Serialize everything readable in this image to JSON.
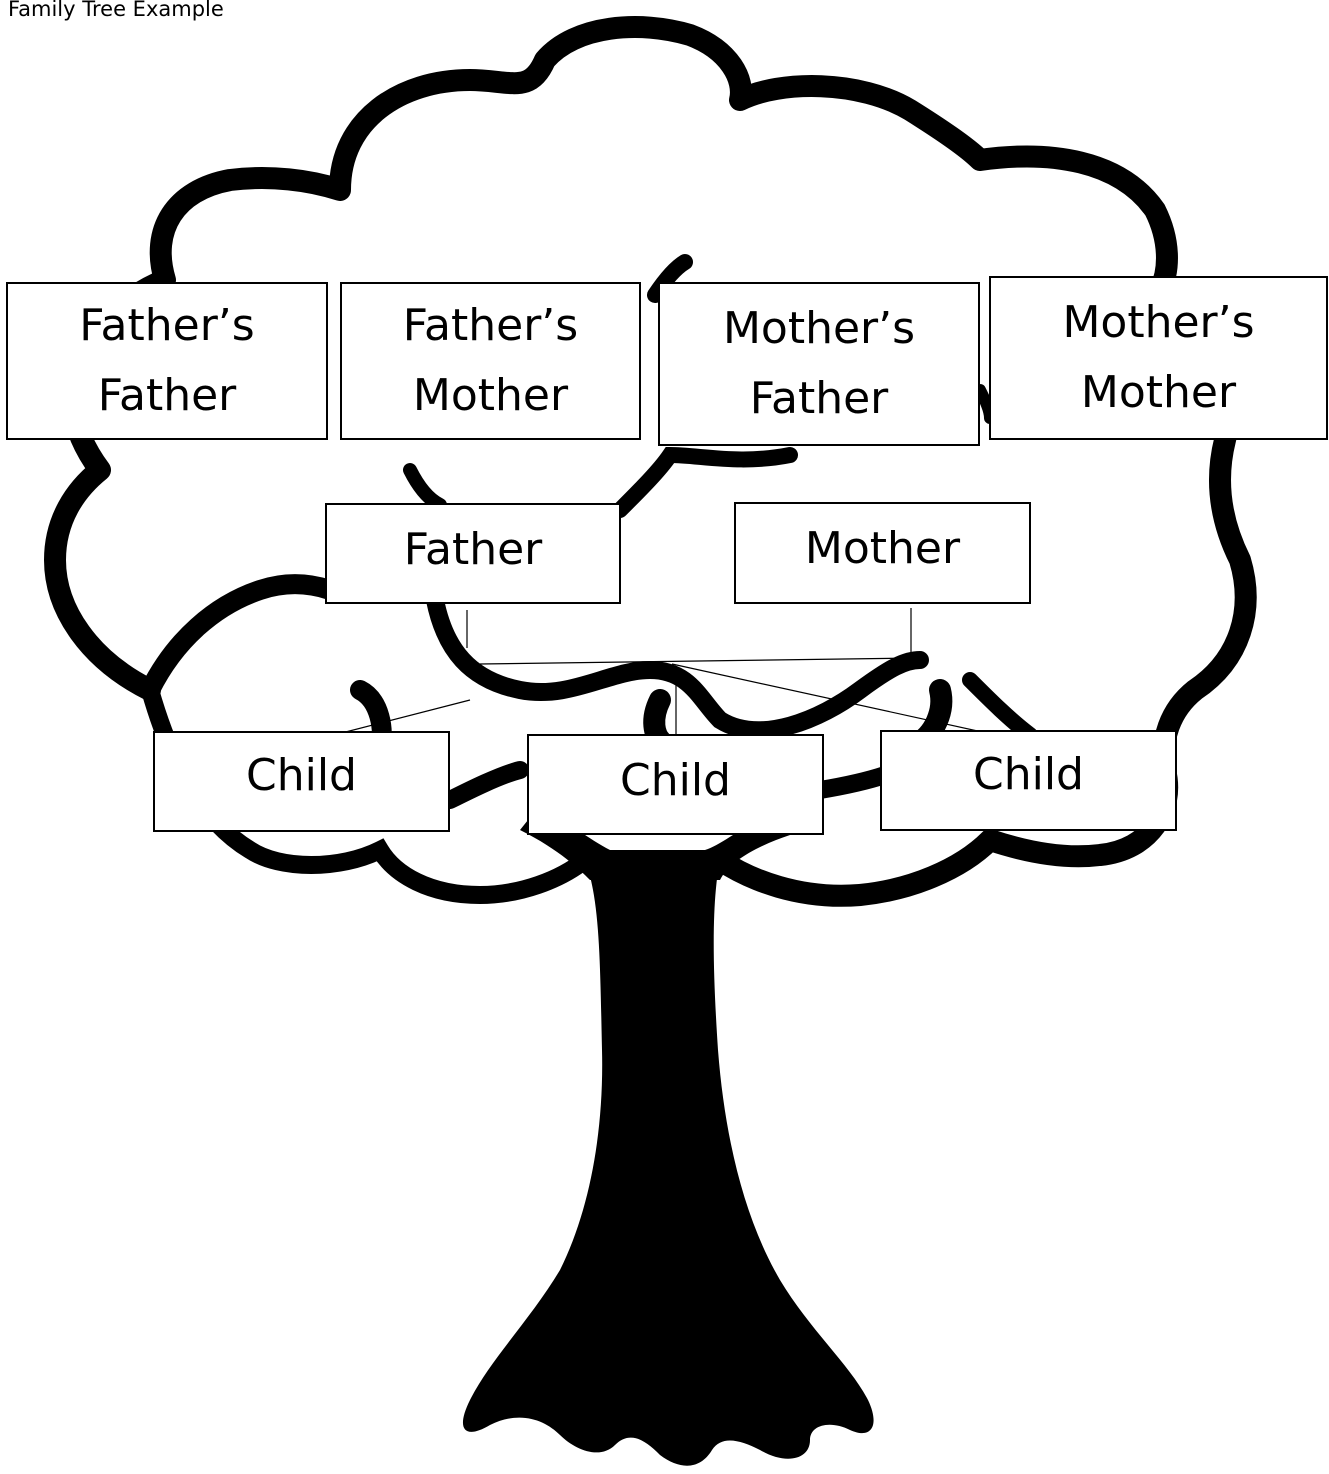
{
  "title": "Family Tree Example",
  "grandparents": {
    "fathers_father": [
      "Father’s",
      "Father"
    ],
    "fathers_mother": [
      "Father’s",
      "Mother"
    ],
    "mothers_father": [
      "Mother’s",
      "Father"
    ],
    "mothers_mother": [
      "Mother’s",
      "Mother"
    ]
  },
  "parents": {
    "father": "Father",
    "mother": "Mother"
  },
  "children": {
    "child_1": "Child",
    "child_2": "Child",
    "child_3": "Child"
  },
  "colors": {
    "ink": "#000000",
    "background": "#ffffff"
  }
}
